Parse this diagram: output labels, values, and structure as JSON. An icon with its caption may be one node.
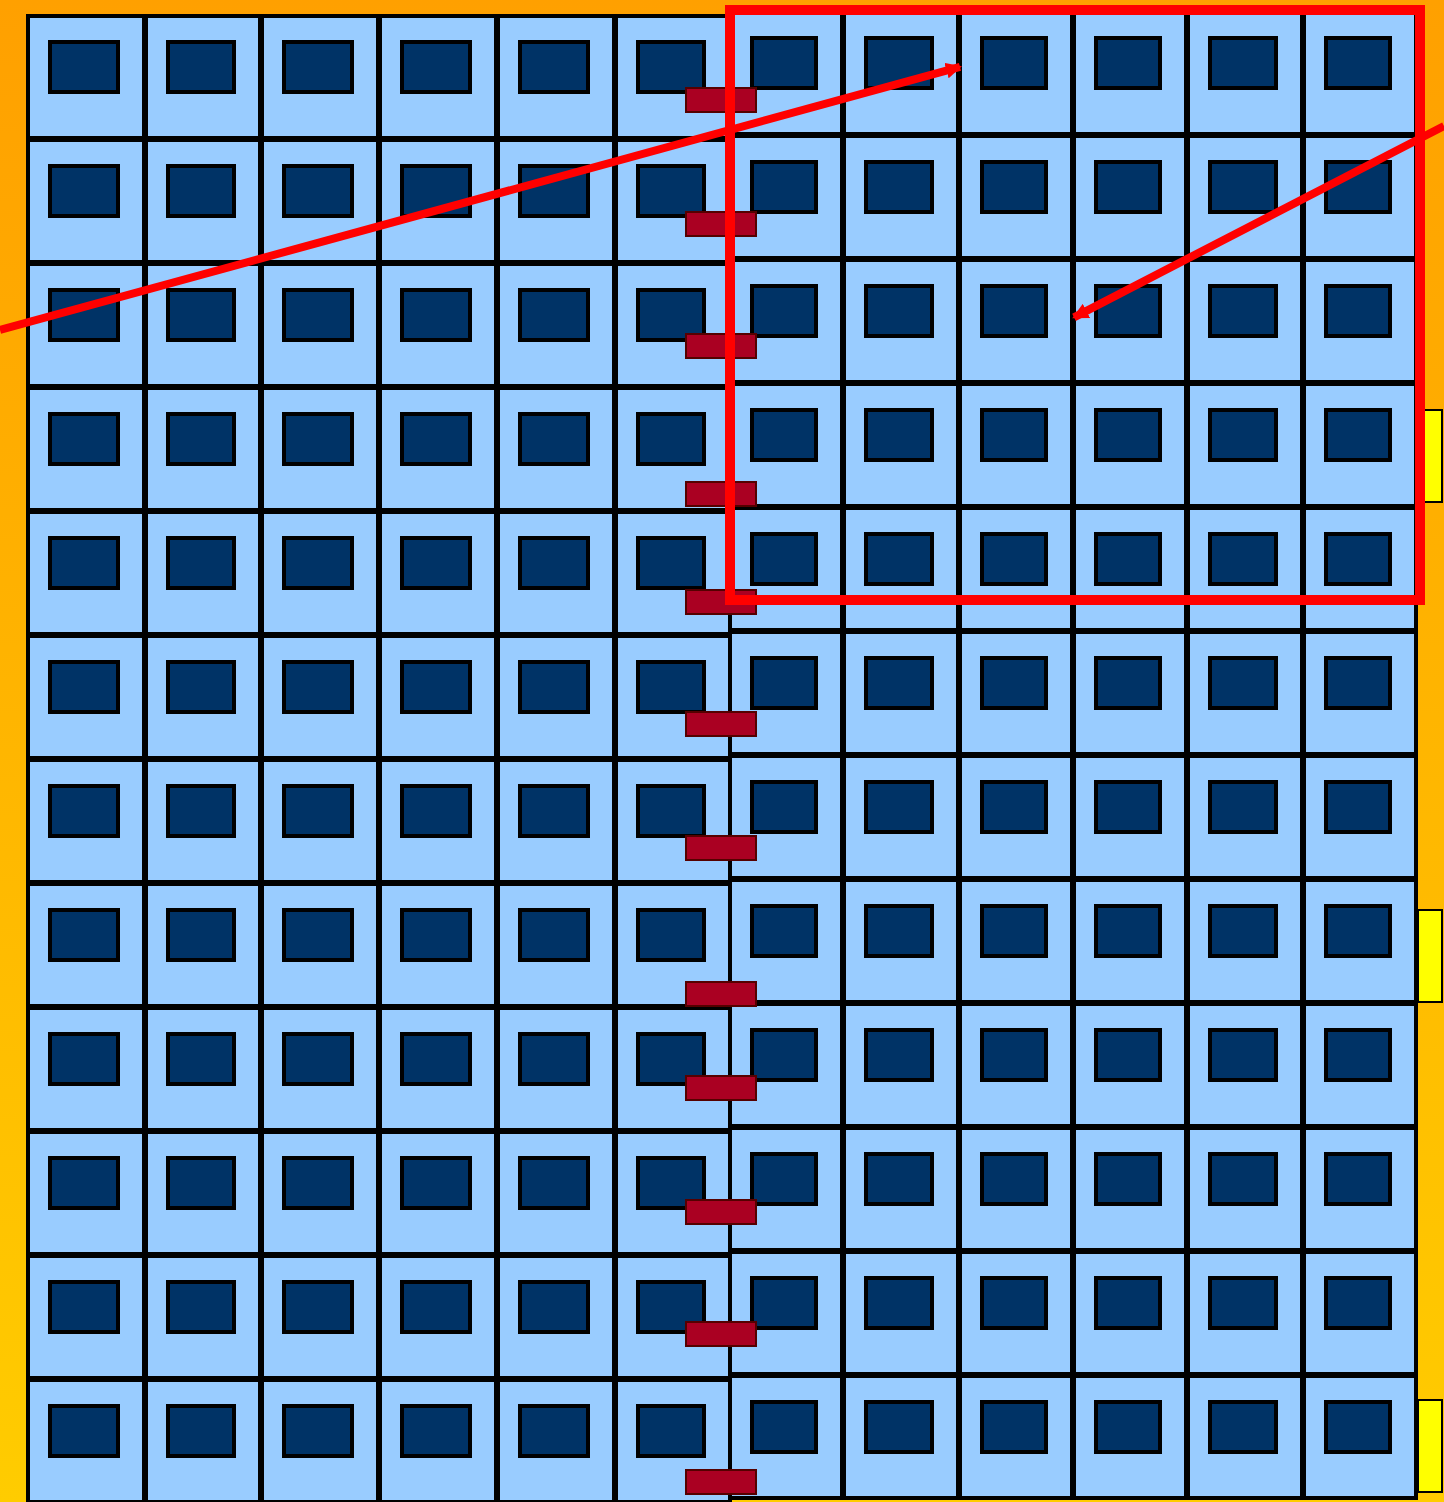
{
  "diagram": {
    "nodes": [
      {
        "text": [],
        "shape": "box"
      },
      {
        "text": [],
        "shape": "box"
      }
    ],
    "edges": [
      {
        "from": null,
        "to": 0,
        "arrow": "to"
      },
      {
        "from": null,
        "to": 1,
        "arrow": "to"
      }
    ]
  }
}
